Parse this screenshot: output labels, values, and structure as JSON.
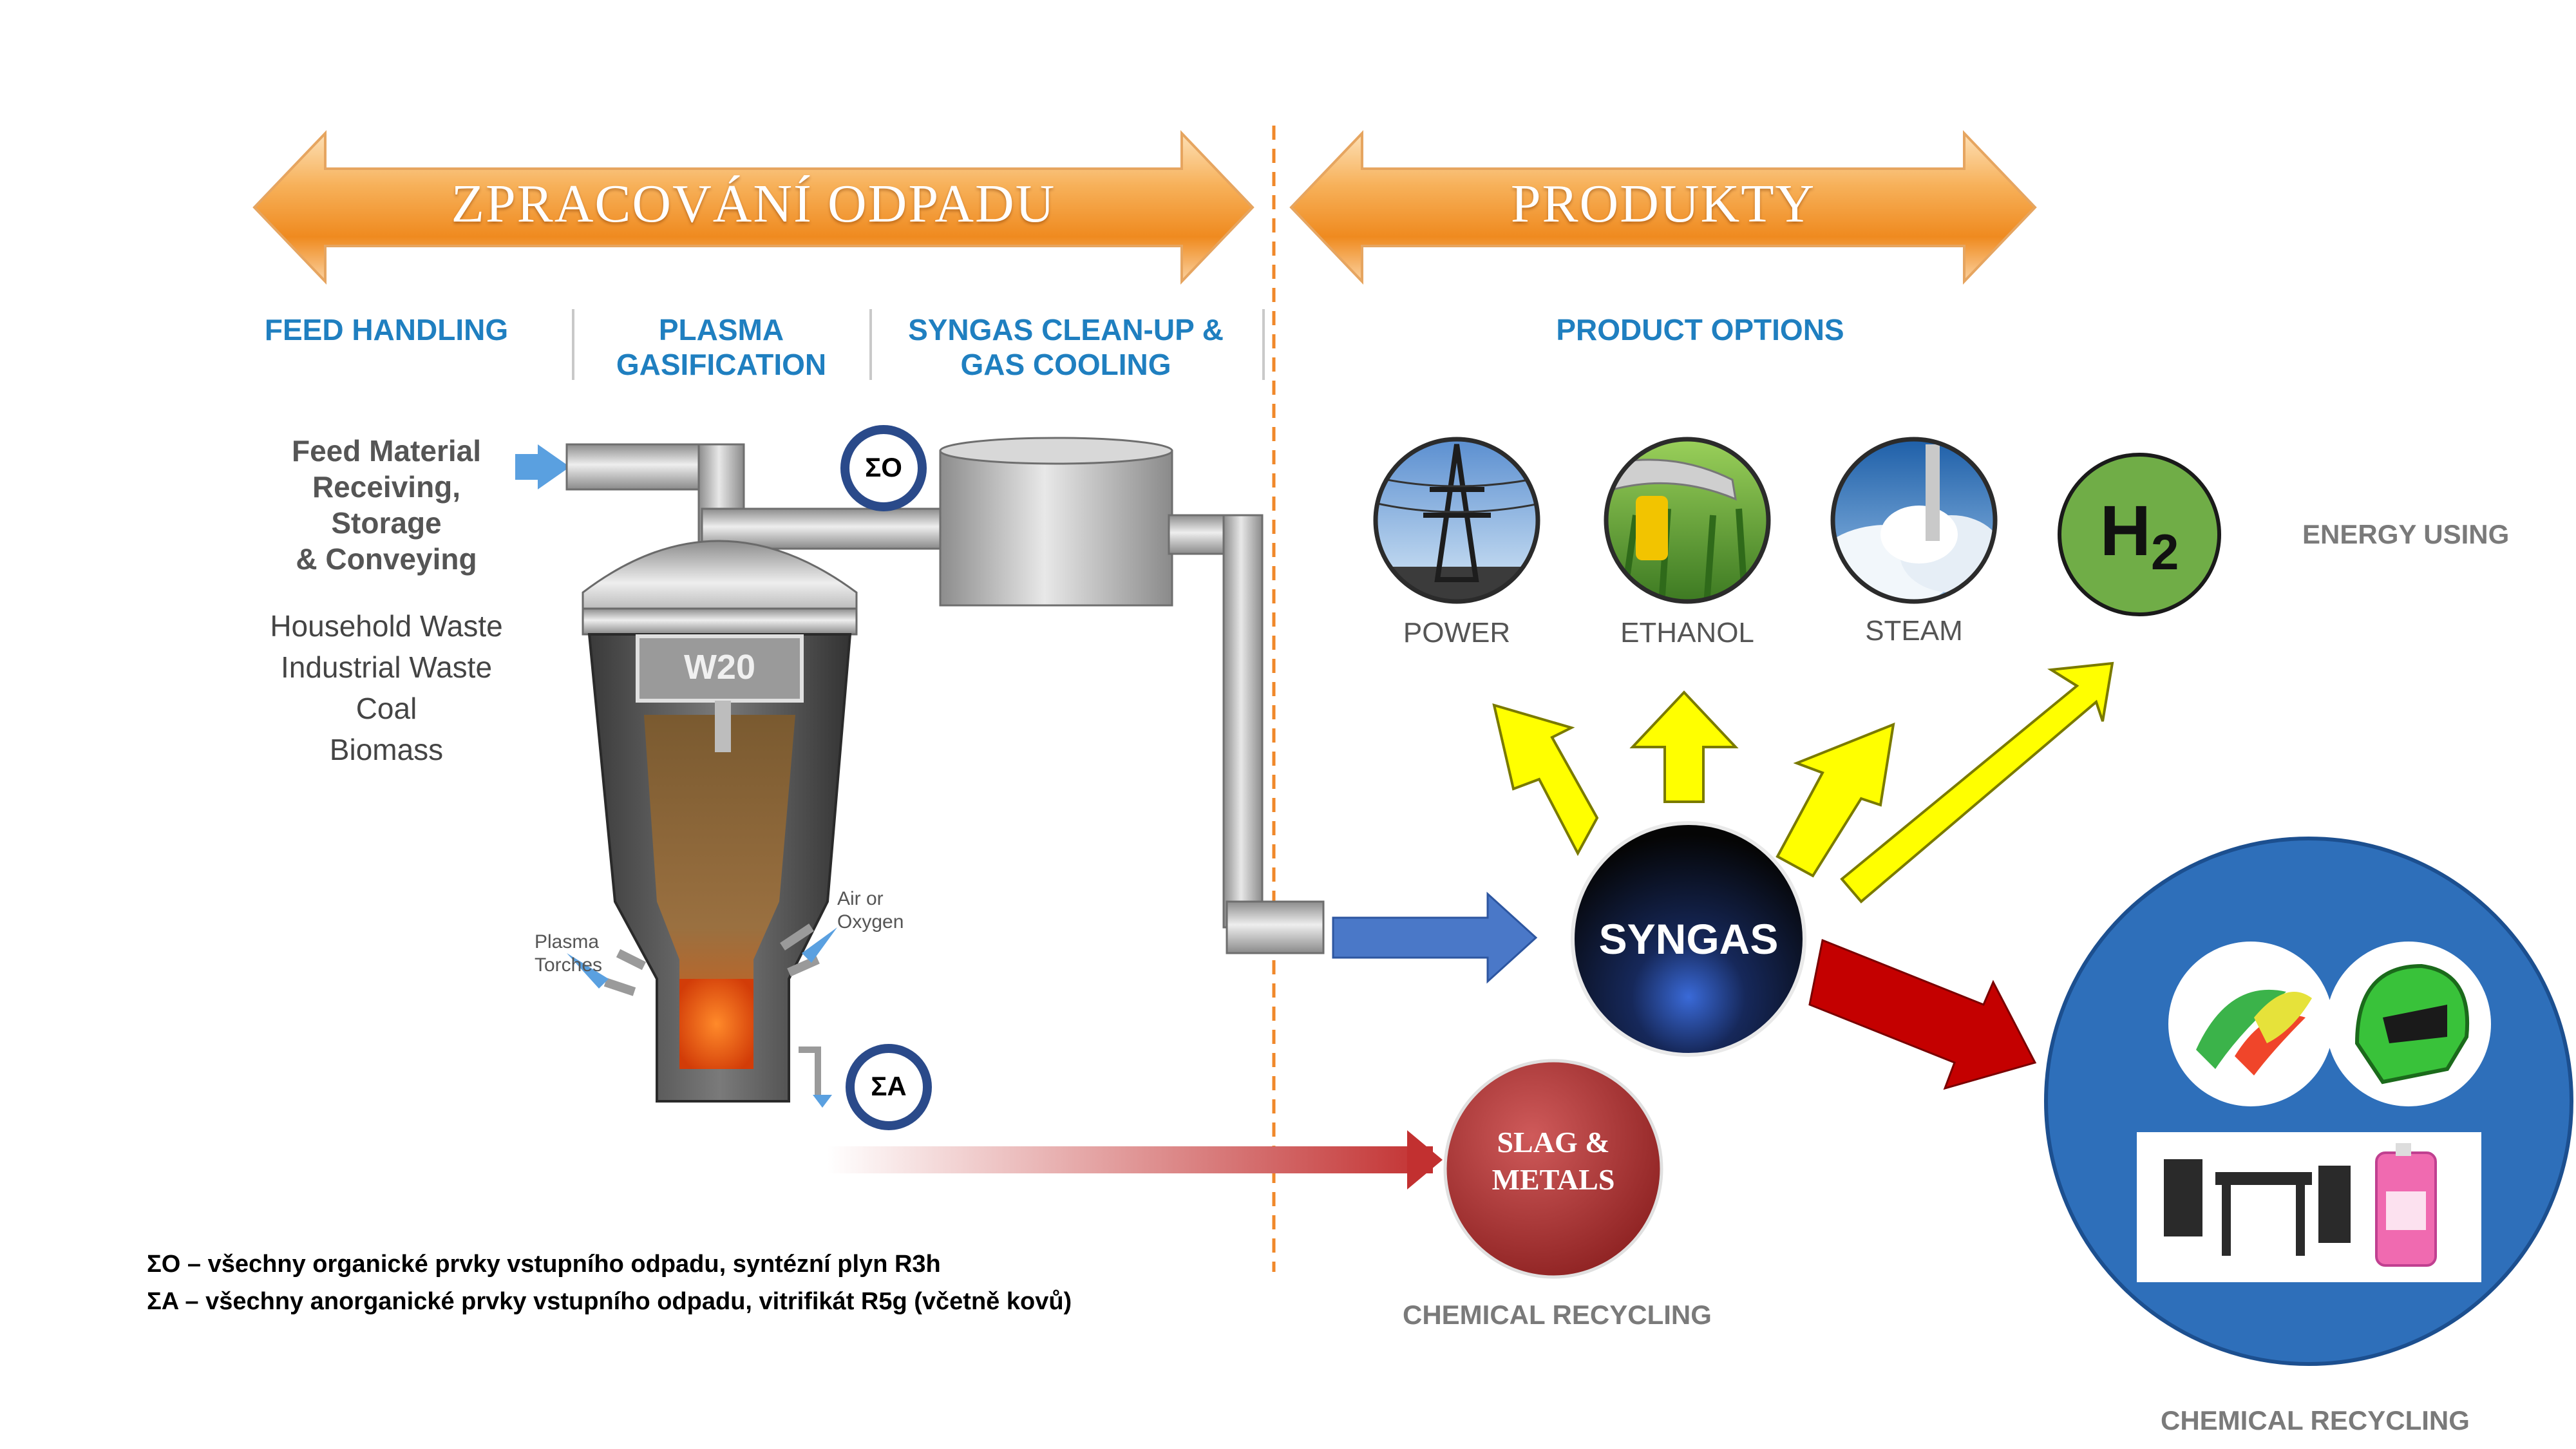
{
  "banners": {
    "left": "ZPRACOVÁNÍ ODPADU",
    "right": "PRODUKTY"
  },
  "steps": {
    "feed_handling": "FEED HANDLING",
    "plasma_gasification_1": "PLASMA",
    "plasma_gasification_2": "GASIFICATION",
    "syngas_cleanup_1": "SYNGAS CLEAN-UP &",
    "syngas_cleanup_2": "GAS COOLING",
    "product_options": "PRODUCT OPTIONS"
  },
  "feed": {
    "title_1": "Feed Material",
    "title_2": "Receiving,",
    "title_3": "Storage",
    "title_4": "& Conveying",
    "items": [
      "Household Waste",
      "Industrial Waste",
      "Coal",
      "Biomass"
    ]
  },
  "reactor": {
    "label": "W20",
    "plasma_1": "Plasma",
    "plasma_2": "Torches",
    "air_1": "Air or",
    "air_2": "Oxygen"
  },
  "sigma": {
    "organic": "ΣO",
    "inorganic": "ΣA"
  },
  "products": {
    "power": "POWER",
    "ethanol": "ETHANOL",
    "steam": "STEAM",
    "h2_main": "H",
    "h2_sub": "2",
    "energy_using": "ENERGY USING",
    "syngas": "SYNGAS",
    "slag_1": "SLAG &",
    "slag_2": "METALS",
    "chemical_recycling_center": "CHEMICAL RECYCLING",
    "chemical_recycling_right": "CHEMICAL RECYCLING"
  },
  "legend": {
    "line1": "ΣO – všechny organické prvky vstupního odpadu, syntézní plyn R3h",
    "line2": "ΣA – všechny anorganické prvky vstupního odpadu, vitrifikát R5g (včetně kovů)"
  },
  "colors": {
    "banner_orange": "#f39a2e",
    "step_blue": "#1f7fc0",
    "arrow_yellow": "#ffff00",
    "arrow_red": "#c40000",
    "arrow_blue": "#4a78c8",
    "h2_green": "#70ad47",
    "recycle_blue": "#2e6fba",
    "slag_red": "#a83232",
    "sigma_ring": "#2a4a8a"
  }
}
